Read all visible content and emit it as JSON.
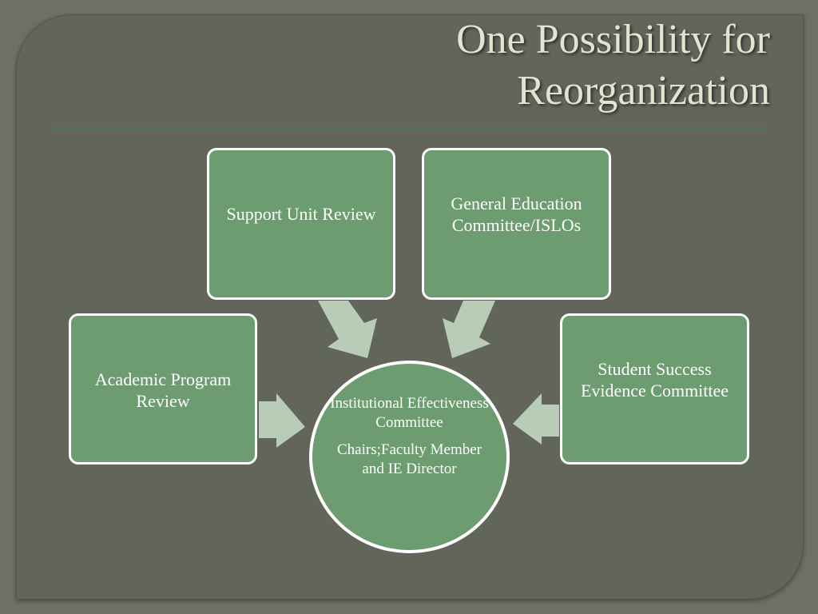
{
  "slide": {
    "title_line1": "One Possibility for",
    "title_line2": "Reorganization"
  },
  "diagram": {
    "boxes": {
      "support_unit_review": "Support Unit Review",
      "general_education": "General Education Committee/ISLOs",
      "academic_program_review": "Academic Program Review",
      "student_success": "Student Success Evidence Committee"
    },
    "center": {
      "title": "Institutional Effectiveness Committee",
      "subtitle": "Chairs;Faculty Member and IE Director"
    }
  },
  "colors": {
    "background": "#6e7066",
    "panel": "#62655a",
    "box_fill": "#6c9c70",
    "arrow_fill": "#b9ccb8",
    "title_text": "#dfe5cf",
    "rule": "#4c7a52"
  }
}
